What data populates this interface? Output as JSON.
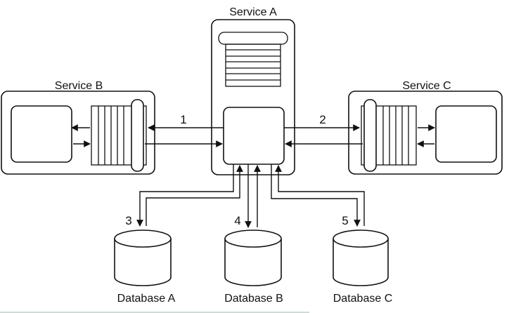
{
  "services": {
    "a": {
      "label": "Service A"
    },
    "b": {
      "label": "Service B"
    },
    "c": {
      "label": "Service C"
    }
  },
  "databases": [
    {
      "label": "Database A",
      "number": "3"
    },
    {
      "label": "Database B",
      "number": "4"
    },
    {
      "label": "Database C",
      "number": "5"
    }
  ],
  "links": {
    "b_to_a": {
      "number": "1"
    },
    "a_to_c": {
      "number": "2"
    }
  },
  "colors": {
    "stroke": "#111111",
    "background": "#ffffff",
    "edge": "#cfdcd8"
  }
}
